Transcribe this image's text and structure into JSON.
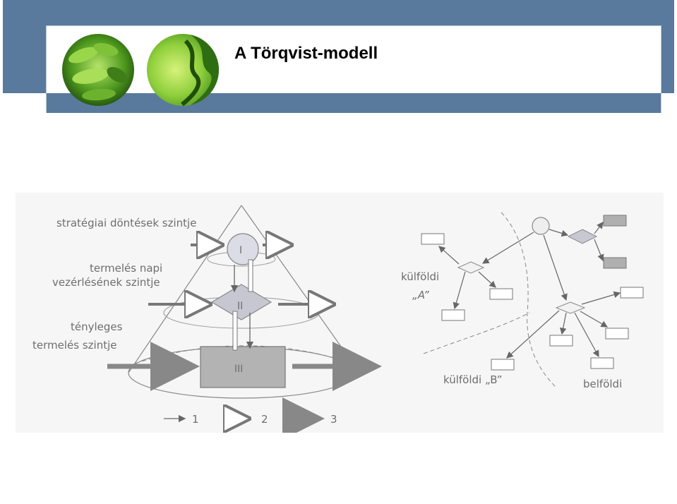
{
  "slide": {
    "title": "A Törqvist-modell"
  },
  "header": {
    "decorations": [
      "leaf-photo-circle-1",
      "leaf-photo-circle-2"
    ],
    "colors": {
      "band": "#597a9c",
      "frame": "#b9c7d6"
    }
  },
  "diagram": {
    "left": {
      "level1_label": "stratégiai döntések szintje",
      "level2_label_line1": "termelés napi",
      "level2_label_line2": "vezérlésének szintje",
      "level3_label_line1": "tényleges",
      "level3_label_line2": "termelés szintje",
      "roman1": "I",
      "roman2": "II",
      "roman3": "III"
    },
    "right": {
      "foreign_a_line1": "külföldi",
      "foreign_a_line2": "„A”",
      "foreign_b": "külföldi „B”",
      "domestic": "belföldi"
    },
    "legend": {
      "item1": "1",
      "item2": "2",
      "item3": "3"
    }
  }
}
